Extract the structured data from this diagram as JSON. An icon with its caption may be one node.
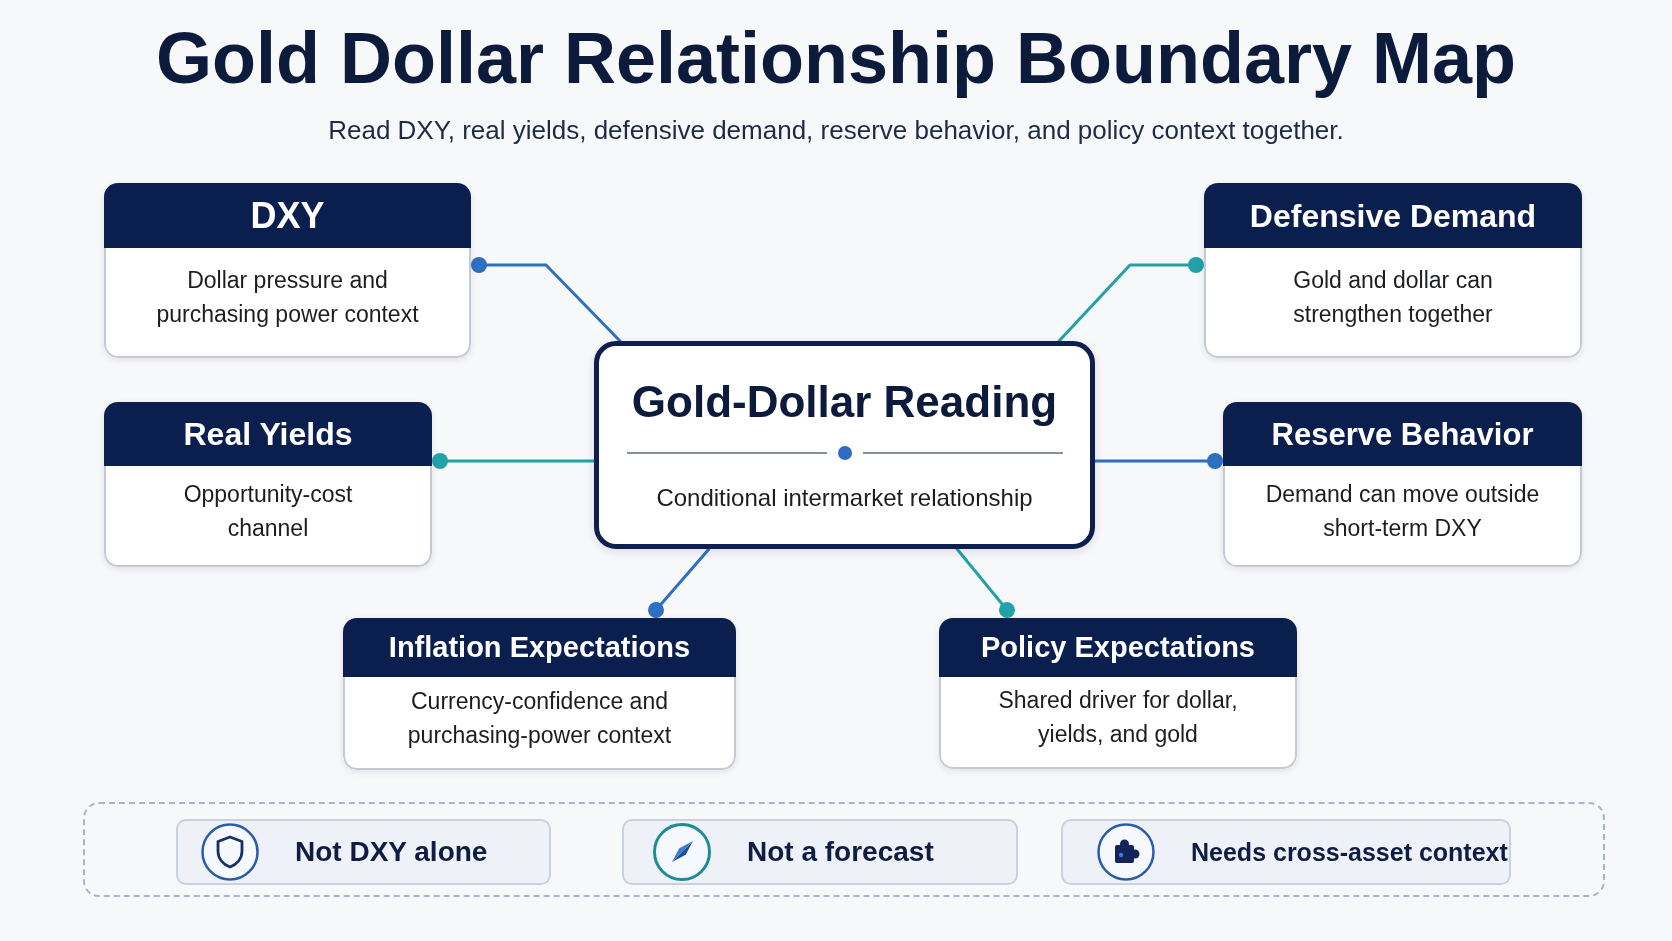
{
  "diagram": {
    "title": "Gold Dollar Relationship Boundary Map",
    "nodes": [
      {
        "text": [
          "DXY",
          "Dollar pressure and purchasing power context"
        ]
      },
      {
        "text": [
          "Defensive Demand",
          "Gold and dollar can strengthen together"
        ]
      },
      {
        "text": [
          "Gold-Dollar Reading",
          "Conditional intermarket relationship"
        ]
      },
      {
        "text": [
          "Real Yields",
          "Opportunity-cost channel"
        ]
      },
      {
        "text": [
          "Reserve Behavior",
          "Demand can move outside short-term DXY"
        ]
      },
      {
        "text": [
          "Inflation Expectations",
          "Currency-confidence and purchasing-power context"
        ]
      },
      {
        "text": [
          "Policy Expectations",
          "Shared driver for dollar, yields, and gold"
        ]
      },
      {
        "text": [],
        "shape": "box"
      },
      {
        "text": [
          "Not DXY alone"
        ],
        "in": 7
      },
      {
        "text": [
          "Not a forecast"
        ],
        "in": 7
      },
      {
        "text": [
          "Needs cross-asset context"
        ],
        "in": 7
      }
    ],
    "edges": [
      {
        "from": 2,
        "to": 0,
        "arrow": "other",
        "color": "#2f6fc2"
      },
      {
        "from": 2,
        "to": 1,
        "arrow": "other",
        "color": "#22a1a8"
      },
      {
        "from": 2,
        "to": 3,
        "arrow": "other",
        "color": "#22a1a8"
      },
      {
        "from": 2,
        "to": 4,
        "arrow": "other",
        "color": "#2f6fc2"
      },
      {
        "from": 2,
        "to": 5,
        "arrow": "other",
        "color": "#2f6fc2"
      },
      {
        "from": 2,
        "to": 6,
        "arrow": "other",
        "color": "#22a1a8"
      }
    ],
    "labels": [
      "Read DXY, real yields, defensive demand, reserve behavior, and policy context together."
    ]
  }
}
